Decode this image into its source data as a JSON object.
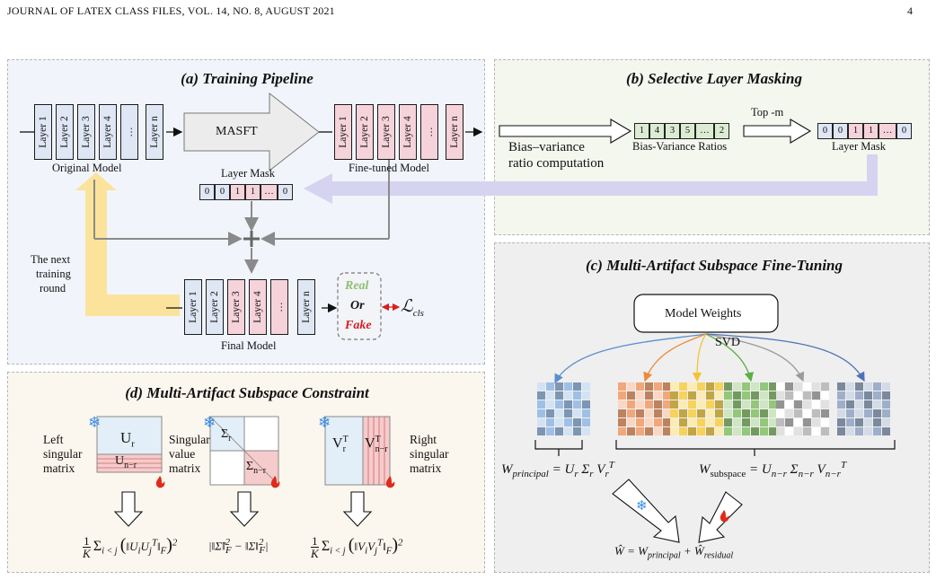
{
  "header": {
    "left": "JOURNAL OF LATEX CLASS FILES, VOL. 14, NO. 8, AUGUST 2021",
    "page_number": "4"
  },
  "panel_a": {
    "title": "(a) Training Pipeline",
    "original_model_label": "Original Model",
    "finetuned_model_label": "Fine-tuned Model",
    "final_model_label": "Final Model",
    "masft_label": "MASFT",
    "layer_mask_label": "Layer Mask",
    "layers": [
      "Layer 1",
      "Layer 2",
      "Layer 3",
      "Layer 4",
      "…",
      "Layer n"
    ],
    "mask_values": [
      "0",
      "0",
      "1",
      "1",
      "…",
      "0"
    ],
    "next_round_label": [
      "The next",
      "training",
      "round"
    ],
    "real_label": "Real",
    "or_label": "Or",
    "fake_label": "Fake",
    "loss_label": "ℒ",
    "loss_sub": "cls",
    "colors": {
      "blue_layer": "#dfe7f5",
      "pink_layer": "#f6d3da",
      "real": "#8fbf73",
      "fake": "#d81e1e",
      "feedback_arrow": "#fbe39c"
    }
  },
  "panel_b": {
    "title": "(b) Selective Layer Masking",
    "computation_label": [
      "Bias–variance",
      "ratio computation"
    ],
    "ratios_label": "Bias-Variance Ratios",
    "ratio_values": [
      "1",
      "4",
      "3",
      "5",
      "…",
      "2"
    ],
    "topm_label": "Top -m",
    "layer_mask_label": "Layer Mask",
    "mask_values": [
      "0",
      "0",
      "1",
      "1",
      "…",
      "0"
    ],
    "colors": {
      "mask_arrow": "#d6d3f0"
    }
  },
  "panel_c": {
    "title": "(c) Multi-Artifact Subspace Fine-Tuning",
    "model_weights_label": "Model Weights",
    "svd_label": "SVD",
    "w_principal_formula": "W principal = U r Σ r V r T",
    "w_subspace_formula": "W subspace = U n−r Σ n−r V n−r T",
    "w_hat_formula": "Ŵ = W principal + Ŵ residual",
    "matrix_colors": [
      "#9fc0e6",
      "#f2a77a",
      "#f7d35a",
      "#93c77a",
      "#bdbdbd",
      "#9eafc9"
    ],
    "arrow_colors": [
      "#5a8fd0",
      "#ee8a3a",
      "#f4c430",
      "#5cae45",
      "#9a9a9a",
      "#4f73b8"
    ]
  },
  "panel_d": {
    "title": "(d) Multi-Artifact Subspace Constraint",
    "left_label": [
      "Left",
      "singular",
      "matrix"
    ],
    "singular_label": [
      "Singular",
      "value",
      "matrix"
    ],
    "right_label": [
      "Right",
      "singular",
      "matrix"
    ],
    "u_r": "U",
    "u_r_sub": "r",
    "u_nr": "U",
    "u_nr_sub": "n−r",
    "sigma_r": "Σ",
    "sigma_r_sub": "r",
    "sigma_nr": "Σ",
    "sigma_nr_sub": "n−r",
    "v_r": "V",
    "v_r_sub": "r",
    "v_nr": "V",
    "v_nr_sub": "n−r",
    "sup_t": "T",
    "formula_left": "1/K Σ_{i<j} ( ‖U_i U_j^T‖_F )^2",
    "formula_mid": "|‖Σ̃‖²_F − ‖Σ‖²_F|",
    "formula_right": "1/K Σ_{i<j} ( ‖V_i V_j^T‖_F )^2"
  }
}
